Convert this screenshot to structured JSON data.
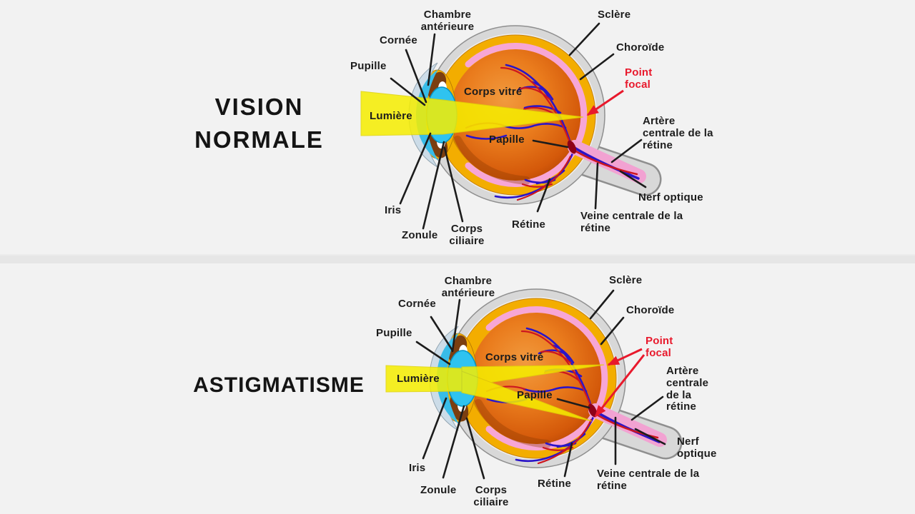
{
  "colors": {
    "background": "#f2f2f2",
    "divider": "#e6e6e6",
    "label_text": "#1c1c1c",
    "accent_red": "#e8192c",
    "light_beam_yellow": "#f6ee00",
    "sclera_gray": "#d8d8d8",
    "choroid_gold": "#f3ad00",
    "retina_pink": "#f7a6d6",
    "vitreous_orange": "#e07818",
    "lens_cyan": "#2fc3f0",
    "vein_blue": "#2a14c8",
    "artery_red": "#cc1620"
  },
  "panel_normal": {
    "title": "VISION\nNORMALE",
    "labels": {
      "chambre_anterieure": "Chambre\nantérieure",
      "cornee": "Cornée",
      "pupille": "Pupille",
      "lumiere": "Lumière",
      "corps_vitre": "Corps vitré",
      "papille": "Papille",
      "sclere": "Sclère",
      "choroide": "Choroïde",
      "point_focal": "Point\nfocal",
      "artere_centrale": "Artère\ncentrale de la\nrétine",
      "nerf_optique": "Nerf optique",
      "veine_centrale": "Veine centrale de la\nrétine",
      "retine": "Rétine",
      "corps_ciliaire": "Corps\nciliaire",
      "zonule": "Zonule",
      "iris": "Iris"
    }
  },
  "panel_astigmatisme": {
    "title": "ASTIGMATISME",
    "labels": {
      "chambre_anterieure": "Chambre\nantérieure",
      "cornee": "Cornée",
      "pupille": "Pupille",
      "lumiere": "Lumière",
      "corps_vitre": "Corps vitré",
      "papille": "Papille",
      "sclere": "Sclère",
      "choroide": "Choroïde",
      "point_focal": "Point\nfocal",
      "artere_centrale": "Artère\ncentrale\nde la\nrétine",
      "nerf_optique": "Nerf\noptique",
      "veine_centrale": "Veine centrale de la\nrétine",
      "retine": "Rétine",
      "corps_ciliaire": "Corps\nciliaire",
      "zonule": "Zonule",
      "iris": "Iris"
    }
  }
}
